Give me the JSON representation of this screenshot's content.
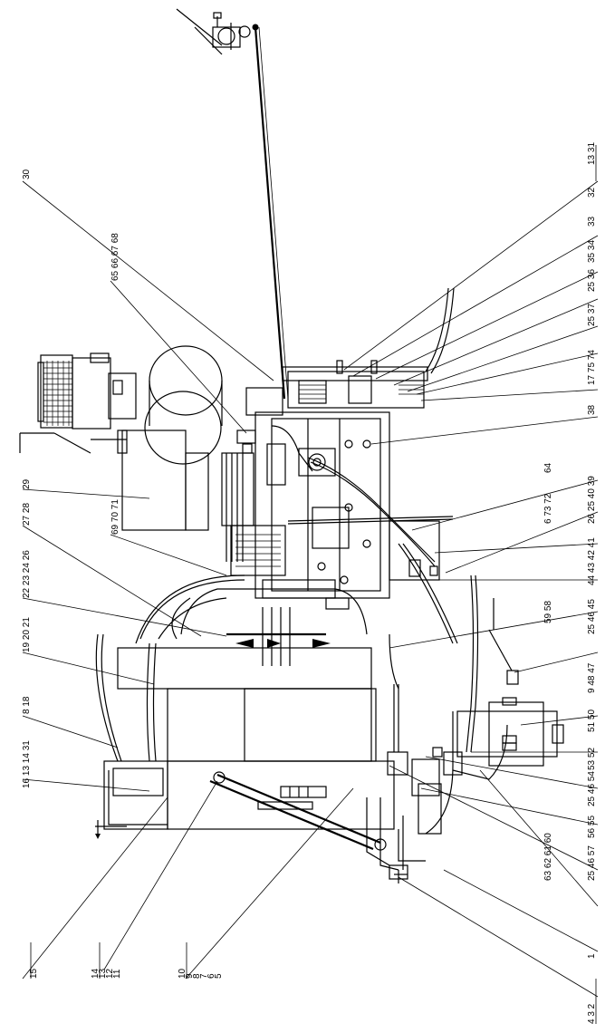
{
  "labels": {
    "c1": "13 31",
    "c2": "32",
    "c3": "33",
    "c4": "35 34",
    "c5": "25 36",
    "c6": "25 37",
    "c7": "17 75 74",
    "c8": "38",
    "c9": "64",
    "c10": "26 25 40 39",
    "c11": "6 73 72",
    "c12": "44 43 42 41",
    "c13": "25 46 45",
    "c14": "59 58",
    "c15": "9 48 47",
    "c16": "51 50",
    "c17": "53 52",
    "c18": "25 46 54",
    "c19": "56 55",
    "c20": "25 46 57",
    "c21": "63 62 61 60",
    "c22": "1",
    "c23": "4 3 2",
    "t1": "30",
    "t2": "65 66 67 68",
    "t3": "29",
    "t4": "27 28",
    "t5": "69 70 71",
    "t6": "22 23 24 26",
    "t7": "19 20 21",
    "t8": "8 18",
    "t9": "16 13 14 31",
    "t10": "15",
    "t11": "14",
    "t12": "13",
    "t13": "12",
    "t14": "11",
    "t15": "10",
    "t16": "9",
    "t17": "8",
    "t18": "7",
    "t19": "6",
    "t20": "5"
  }
}
